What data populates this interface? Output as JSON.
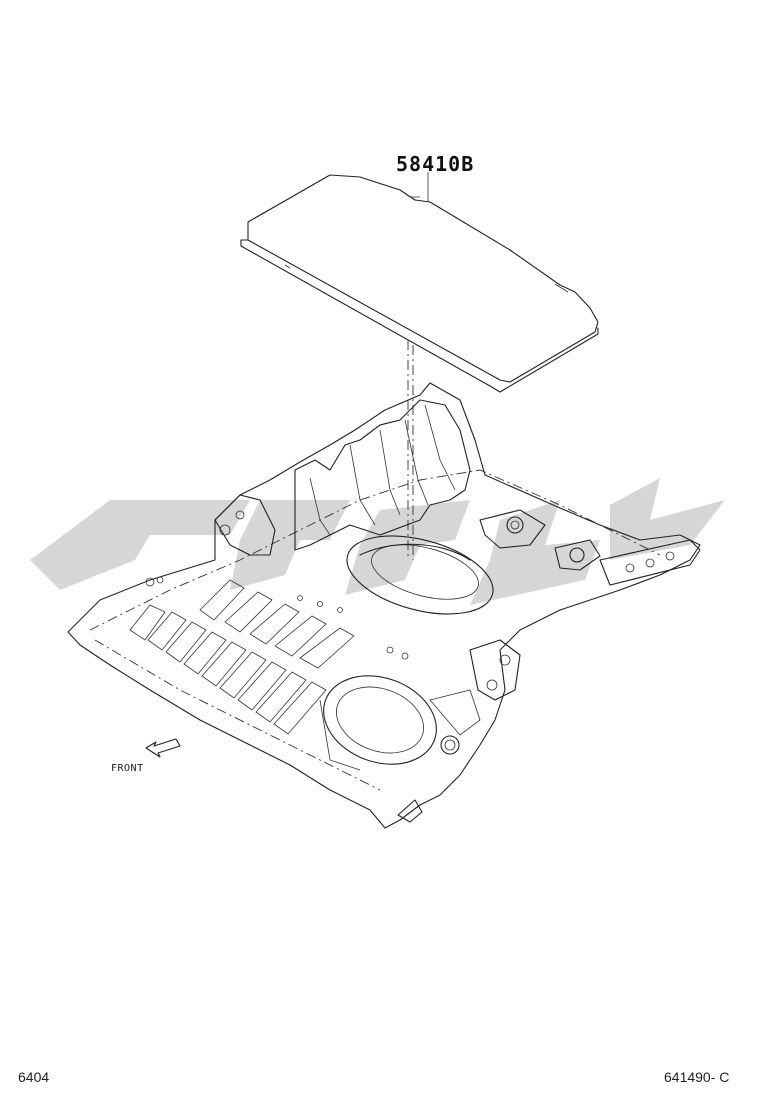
{
  "diagram": {
    "part_number": "58410B",
    "front_label": "FRONT",
    "footer_left": "6404",
    "footer_right": "641490- C"
  },
  "colors": {
    "line": "#222222",
    "watermark": "#b5b5b5",
    "background": "#ffffff"
  }
}
